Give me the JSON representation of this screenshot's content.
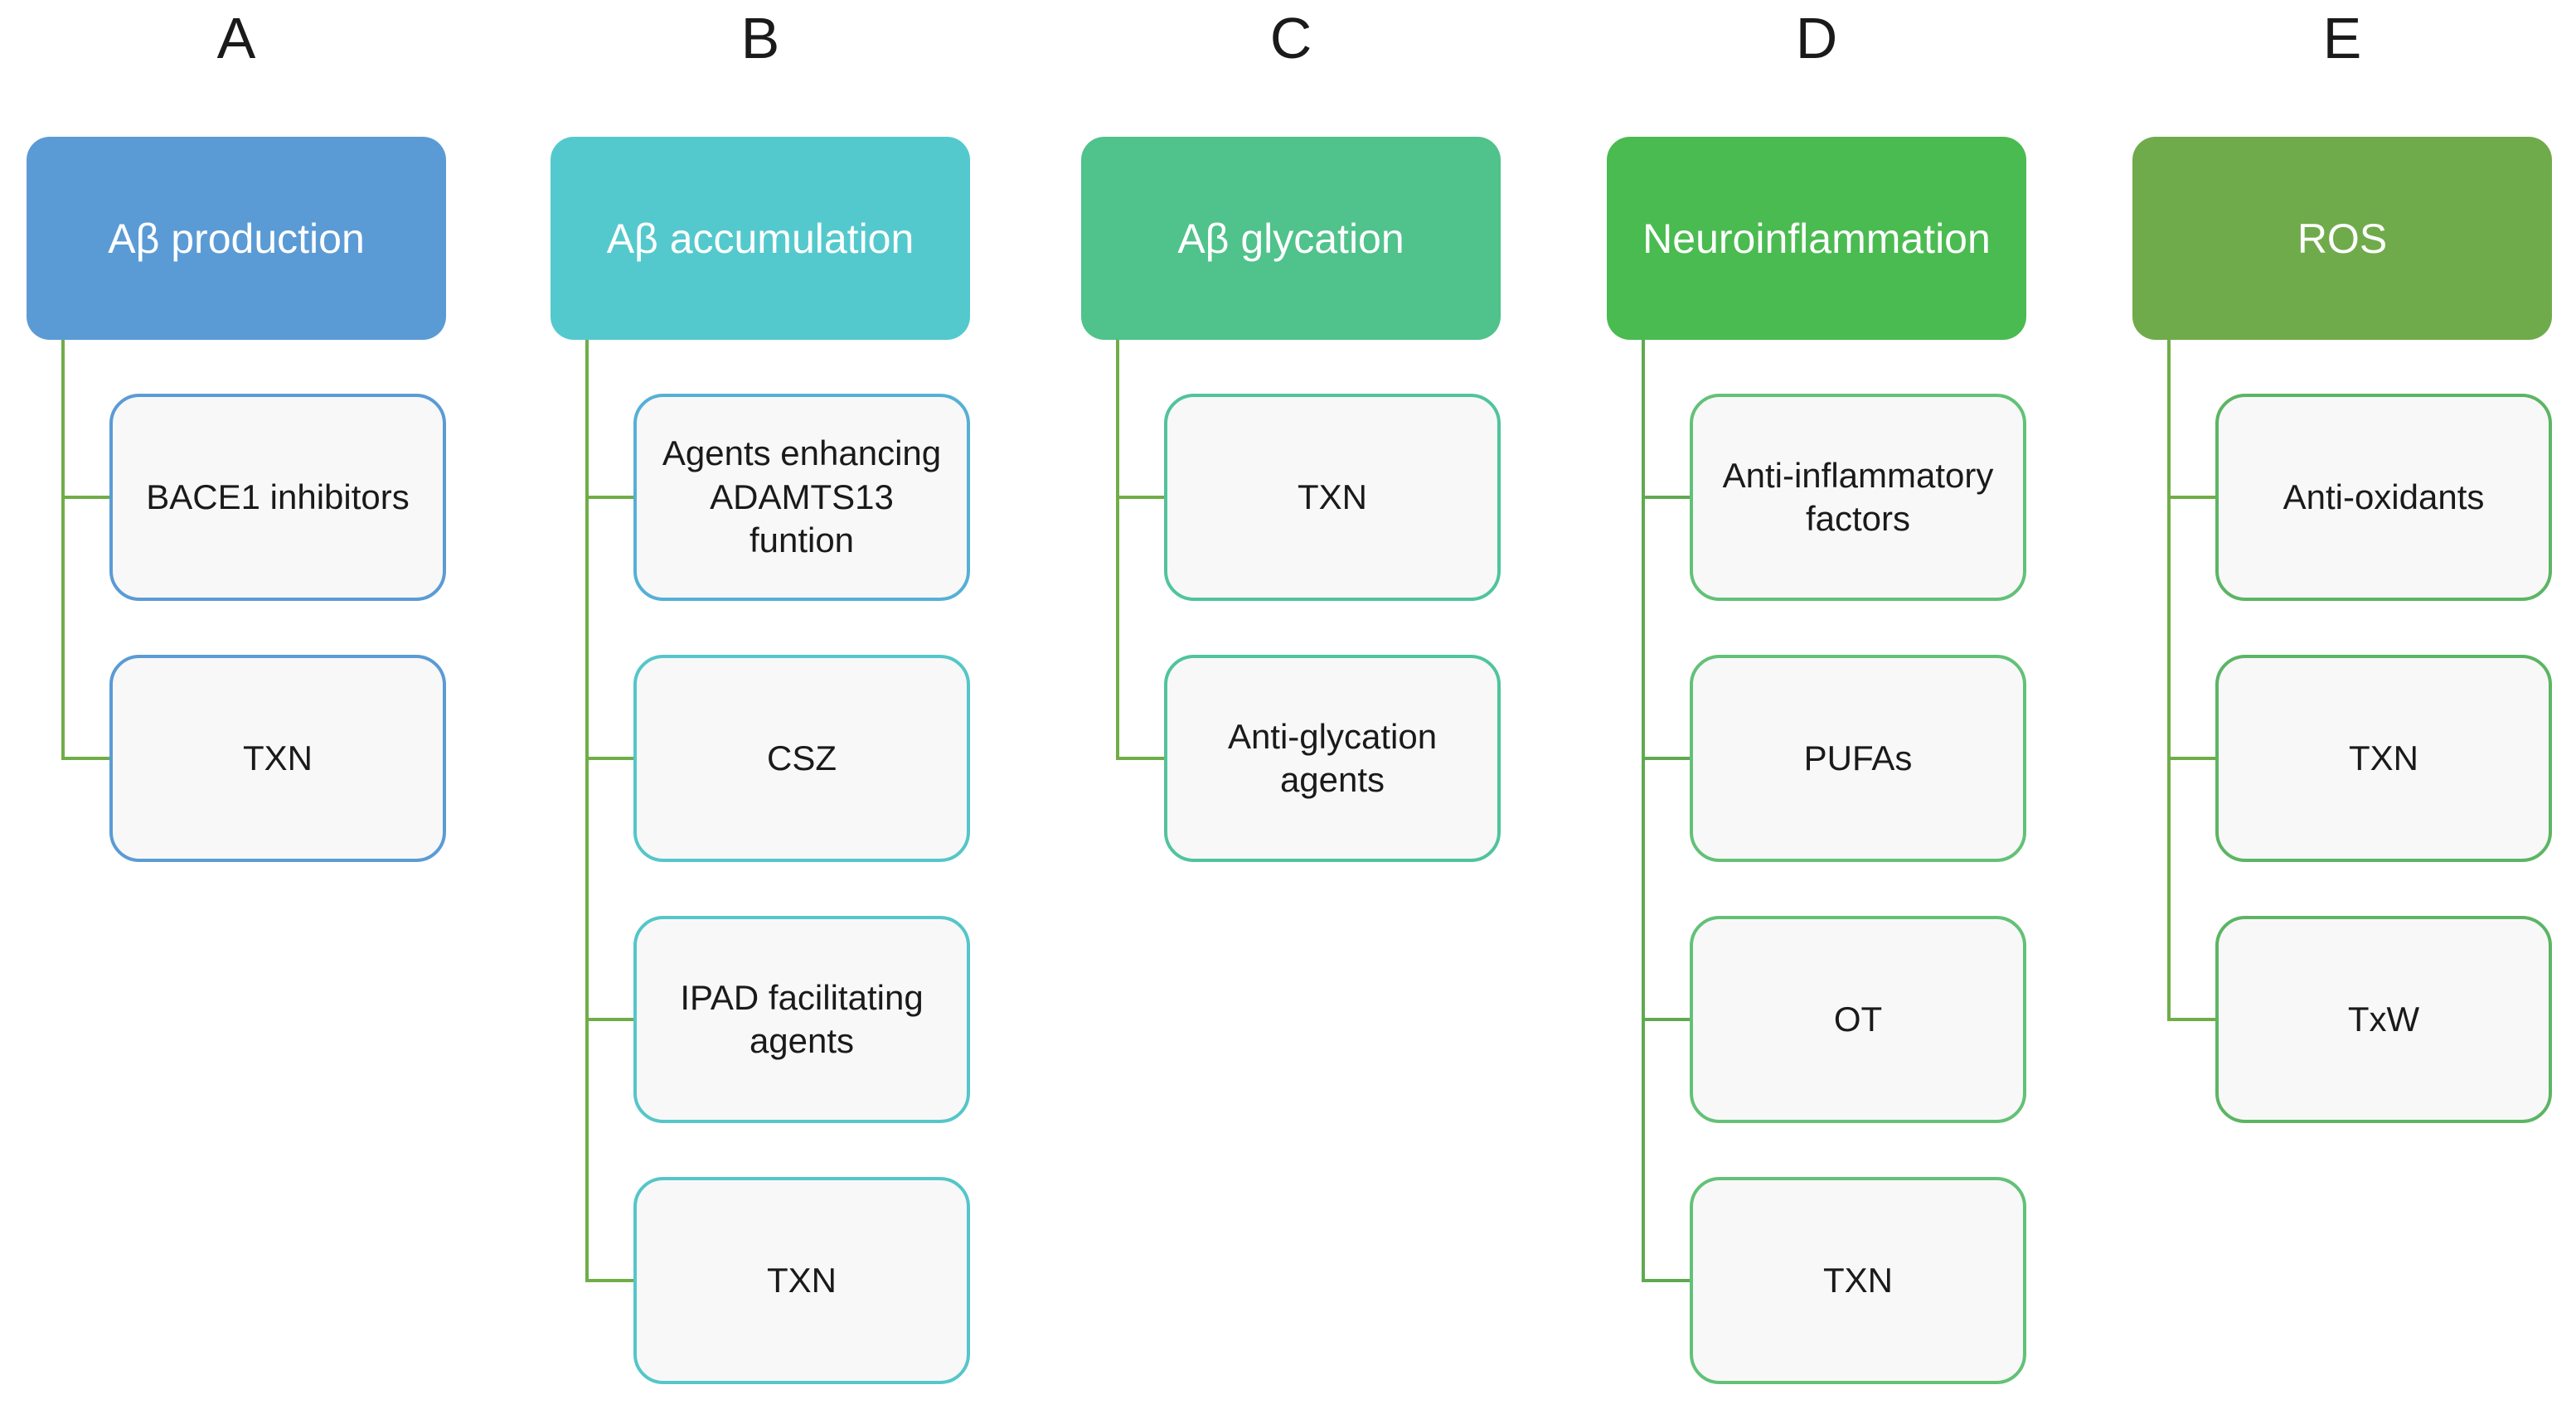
{
  "diagram": {
    "background": "#FFFFFF",
    "child_fill": "#F8F8F8",
    "columns": [
      {
        "label": "A",
        "header": "Aβ production",
        "header_color": "#5B9BD5",
        "connector_color": "#70AD47",
        "children": [
          {
            "text": "BACE1 inhibitors",
            "border_color": "#5B9BD5"
          },
          {
            "text": "TXN",
            "border_color": "#5B9BD5"
          }
        ]
      },
      {
        "label": "B",
        "header": "Aβ accumulation",
        "header_color": "#54C9CD",
        "connector_color": "#70AD47",
        "children": [
          {
            "text": "Agents enhancing ADAMTS13 funtion",
            "border_color": "#55B0D6"
          },
          {
            "text": "CSZ",
            "border_color": "#55C6C9"
          },
          {
            "text": "IPAD facilitating agents",
            "border_color": "#55C6C9"
          },
          {
            "text": "TXN",
            "border_color": "#55C6C9"
          }
        ]
      },
      {
        "label": "C",
        "header": "Aβ glycation",
        "header_color": "#50C28B",
        "connector_color": "#70AD47",
        "children": [
          {
            "text": "TXN",
            "border_color": "#50C49B"
          },
          {
            "text": "Anti-glycation agents",
            "border_color": "#50C49B"
          }
        ]
      },
      {
        "label": "D",
        "header": "Neuroinflammation",
        "header_color": "#4ABB50",
        "connector_color": "#60A951",
        "children": [
          {
            "text": "Anti-inflammatory factors",
            "border_color": "#63C177"
          },
          {
            "text": "PUFAs",
            "border_color": "#63C177"
          },
          {
            "text": "OT",
            "border_color": "#63C177"
          },
          {
            "text": "TXN",
            "border_color": "#63C177"
          }
        ]
      },
      {
        "label": "E",
        "header": "ROS",
        "header_color": "#70AB4B",
        "connector_color": "#70AD47",
        "children": [
          {
            "text": "Anti-oxidants",
            "border_color": "#5CB563"
          },
          {
            "text": "TXN",
            "border_color": "#5CB563"
          },
          {
            "text": "TxW",
            "border_color": "#5CB563"
          }
        ]
      }
    ]
  }
}
